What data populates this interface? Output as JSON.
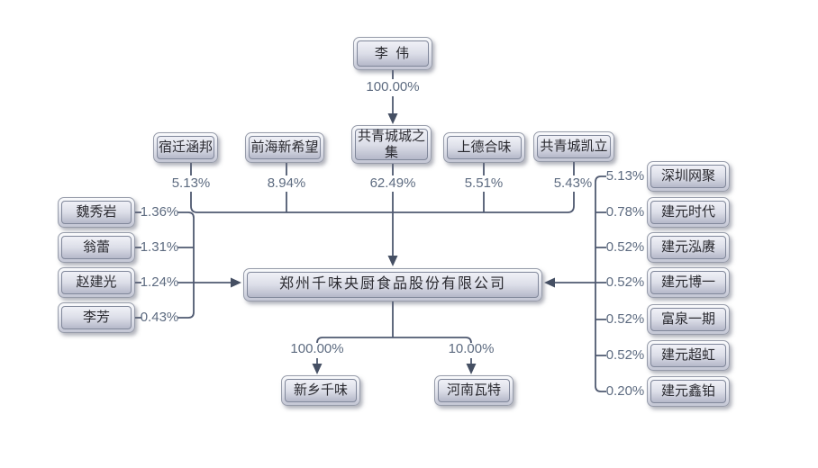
{
  "diagram": {
    "title": "equity-structure",
    "root": {
      "label": "李 伟",
      "ownership_pct": "100.00%"
    },
    "top_shareholders": [
      {
        "label": "宿迁涵邦",
        "pct": "5.13%"
      },
      {
        "label": "前海新希望",
        "pct": "8.94%"
      },
      {
        "label": "共青城城之集",
        "pct": "62.49%"
      },
      {
        "label": "上德合味",
        "pct": "5.51%"
      },
      {
        "label": "共青城凯立",
        "pct": "5.43%"
      }
    ],
    "left_shareholders": [
      {
        "label": "魏秀岩",
        "pct": "1.36%"
      },
      {
        "label": "翁蕾",
        "pct": "1.31%"
      },
      {
        "label": "赵建光",
        "pct": "1.24%"
      },
      {
        "label": "李芳",
        "pct": "0.43%"
      }
    ],
    "right_shareholders": [
      {
        "label": "深圳网聚",
        "pct": "5.13%"
      },
      {
        "label": "建元时代",
        "pct": "0.78%"
      },
      {
        "label": "建元泓赓",
        "pct": "0.52%"
      },
      {
        "label": "建元博一",
        "pct": "0.52%"
      },
      {
        "label": "富泉一期",
        "pct": "0.52%"
      },
      {
        "label": "建元超虹",
        "pct": "0.52%"
      },
      {
        "label": "建元鑫铂",
        "pct": "0.20%"
      }
    ],
    "company": {
      "label": "郑州千味央厨食品股份有限公司"
    },
    "subsidiaries": [
      {
        "label": "新乡千味",
        "pct": "100.00%"
      },
      {
        "label": "河南瓦特",
        "pct": "10.00%"
      }
    ],
    "colors": {
      "line": "#4f5970",
      "arrow": "#454f63",
      "pct_text": "#5d6b80",
      "box_text": "#2a2a30",
      "box_border": "#979caa",
      "box_fill_top": "#f0f1f7",
      "box_fill_bottom": "#b5b8c9"
    }
  }
}
